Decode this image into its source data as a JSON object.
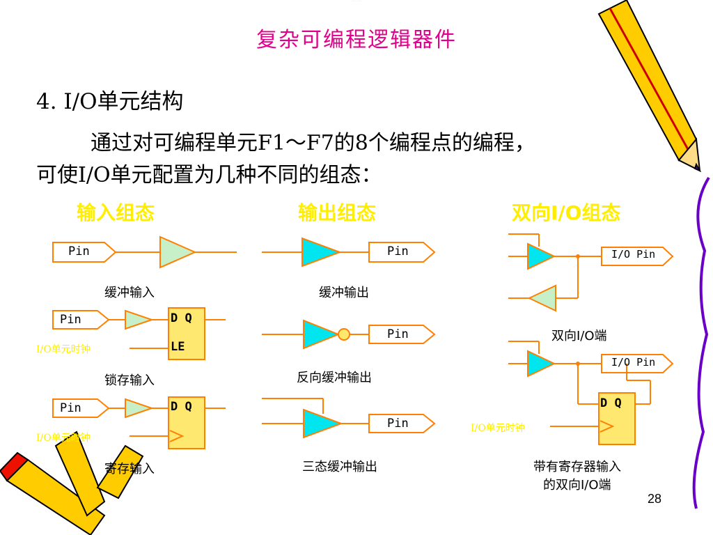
{
  "slide": {
    "title": "复杂可编程逻辑器件",
    "heading": "4. I/O单元结构",
    "body_line1": "通过对可编程单元F1～F7的8个编程点的编程，",
    "body_line2": "可使I/O单元配置为几种不同的组态：",
    "page_number": "28"
  },
  "columns": {
    "input": "输入组态",
    "output": "输出组态",
    "bidir": "双向I/O组态"
  },
  "captions": {
    "buffer_in": "缓冲输入",
    "latch_in": "锁存输入",
    "reg_in": "寄存输入",
    "buffer_out": "缓冲输出",
    "inv_out": "反向缓冲输出",
    "tri_out": "三态缓冲输出",
    "bidir_port": "双向I/O端",
    "bidir_reg_1": "带有寄存器输入",
    "bidir_reg_2": "的双向I/O端"
  },
  "clock_labels": {
    "latch": "I/O单元时钟",
    "reg": "I/O单元时钟",
    "bidir": "I/O单元时钟"
  },
  "pins": {
    "pin": "Pin",
    "io_pin": "I/O Pin",
    "latch_dq": "D  Q",
    "latch_le": "LE",
    "reg_dq": "D  Q",
    "bidir_dq": "D  Q"
  },
  "colors": {
    "title": "#e0008c",
    "column_heading": "#ffee00",
    "wire": "#ff8000",
    "buffer_fill_light": "#c8f0c8",
    "buffer_fill_cyan": "#00e5ee",
    "ff_fill": "#ffe870",
    "pin_stroke": "#ff8000"
  },
  "icons": [
    "pencil-icon",
    "pencil-icon",
    "pencil-icon"
  ]
}
